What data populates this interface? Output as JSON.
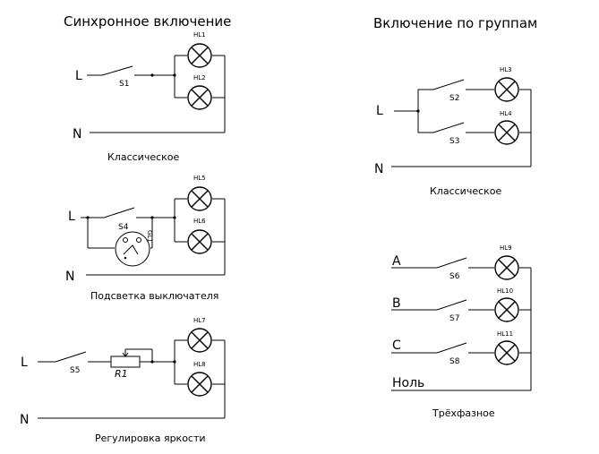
{
  "titles": {
    "sync": "Синхронное включение",
    "groups": "Включение по группам"
  },
  "captions": {
    "classic": "Классическое",
    "backlight": "Подсветка выключателя",
    "dimmer": "Регулировка яркости",
    "groups_classic": "Классическое",
    "three_phase": "Трёхфазное"
  },
  "rails": {
    "line": "L",
    "neutral": "N"
  },
  "switches": {
    "s1": "S1",
    "s2": "S2",
    "s3": "S3",
    "s4": "S4",
    "s5": "S5",
    "s6": "S6",
    "s7": "S7",
    "s8": "S8"
  },
  "lamps": {
    "hl1": "HL1",
    "hl2": "HL2",
    "hl3": "HL3",
    "hl4": "HL4",
    "hl5": "HL5",
    "hl6": "HL6",
    "hl7": "HL7",
    "hl8": "HL8",
    "hl9": "HL9",
    "hl10": "HL10",
    "hl11": "HL11"
  },
  "resistor": "R1",
  "indicator": "GL1",
  "phases": {
    "a": "A",
    "b": "B",
    "c": "C",
    "neutral": "Ноль"
  }
}
